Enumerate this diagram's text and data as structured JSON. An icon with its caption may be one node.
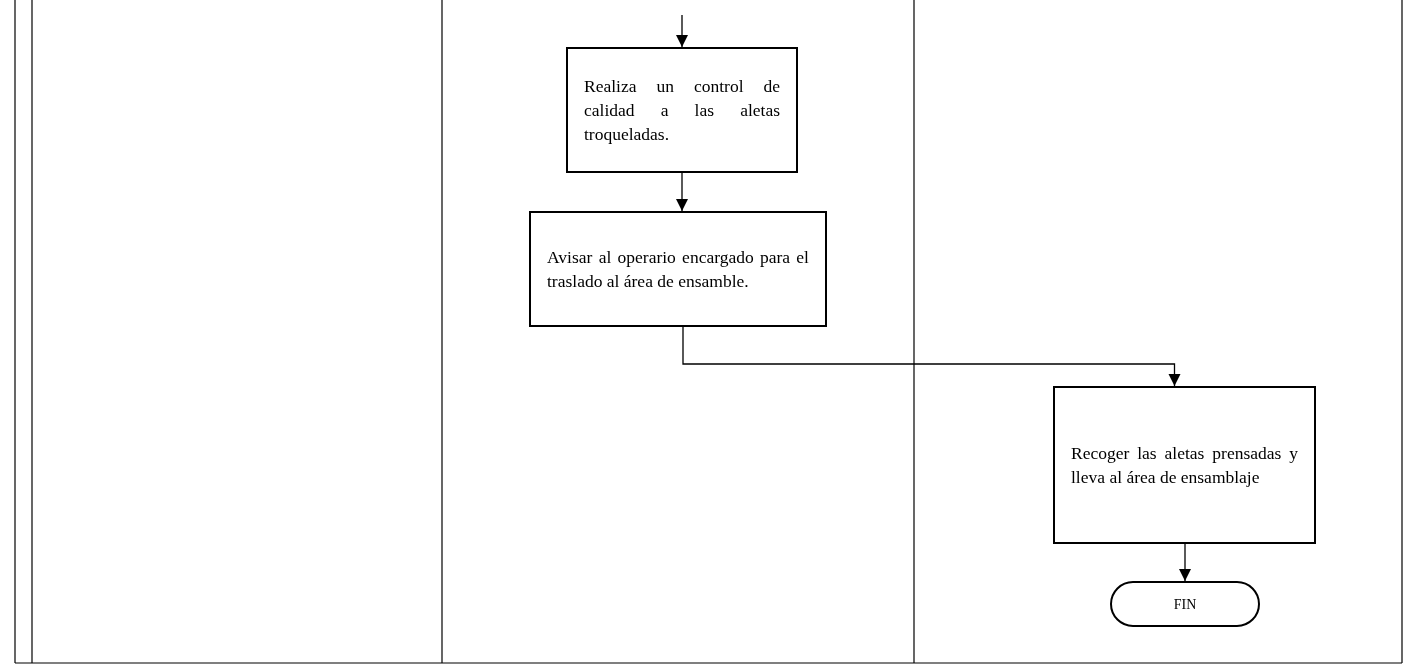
{
  "diagram": {
    "nodes": [
      {
        "text": [
          "Realiza un control de calidad a las aletas troqueladas."
        ]
      },
      {
        "text": [
          "Avisar al operario encargado para el traslado al área de ensamble."
        ]
      },
      {
        "text": [
          "Recoger las aletas prensadas y lleva al área de ensamblaje"
        ]
      },
      {
        "text": [
          "FIN"
        ]
      }
    ],
    "edges": [
      {
        "from": null,
        "to": 0,
        "arrow": "to"
      },
      {
        "from": 0,
        "to": 1,
        "arrow": "to"
      },
      {
        "from": 1,
        "to": 2,
        "arrow": "to"
      },
      {
        "from": 2,
        "to": 3,
        "arrow": "to"
      }
    ]
  }
}
